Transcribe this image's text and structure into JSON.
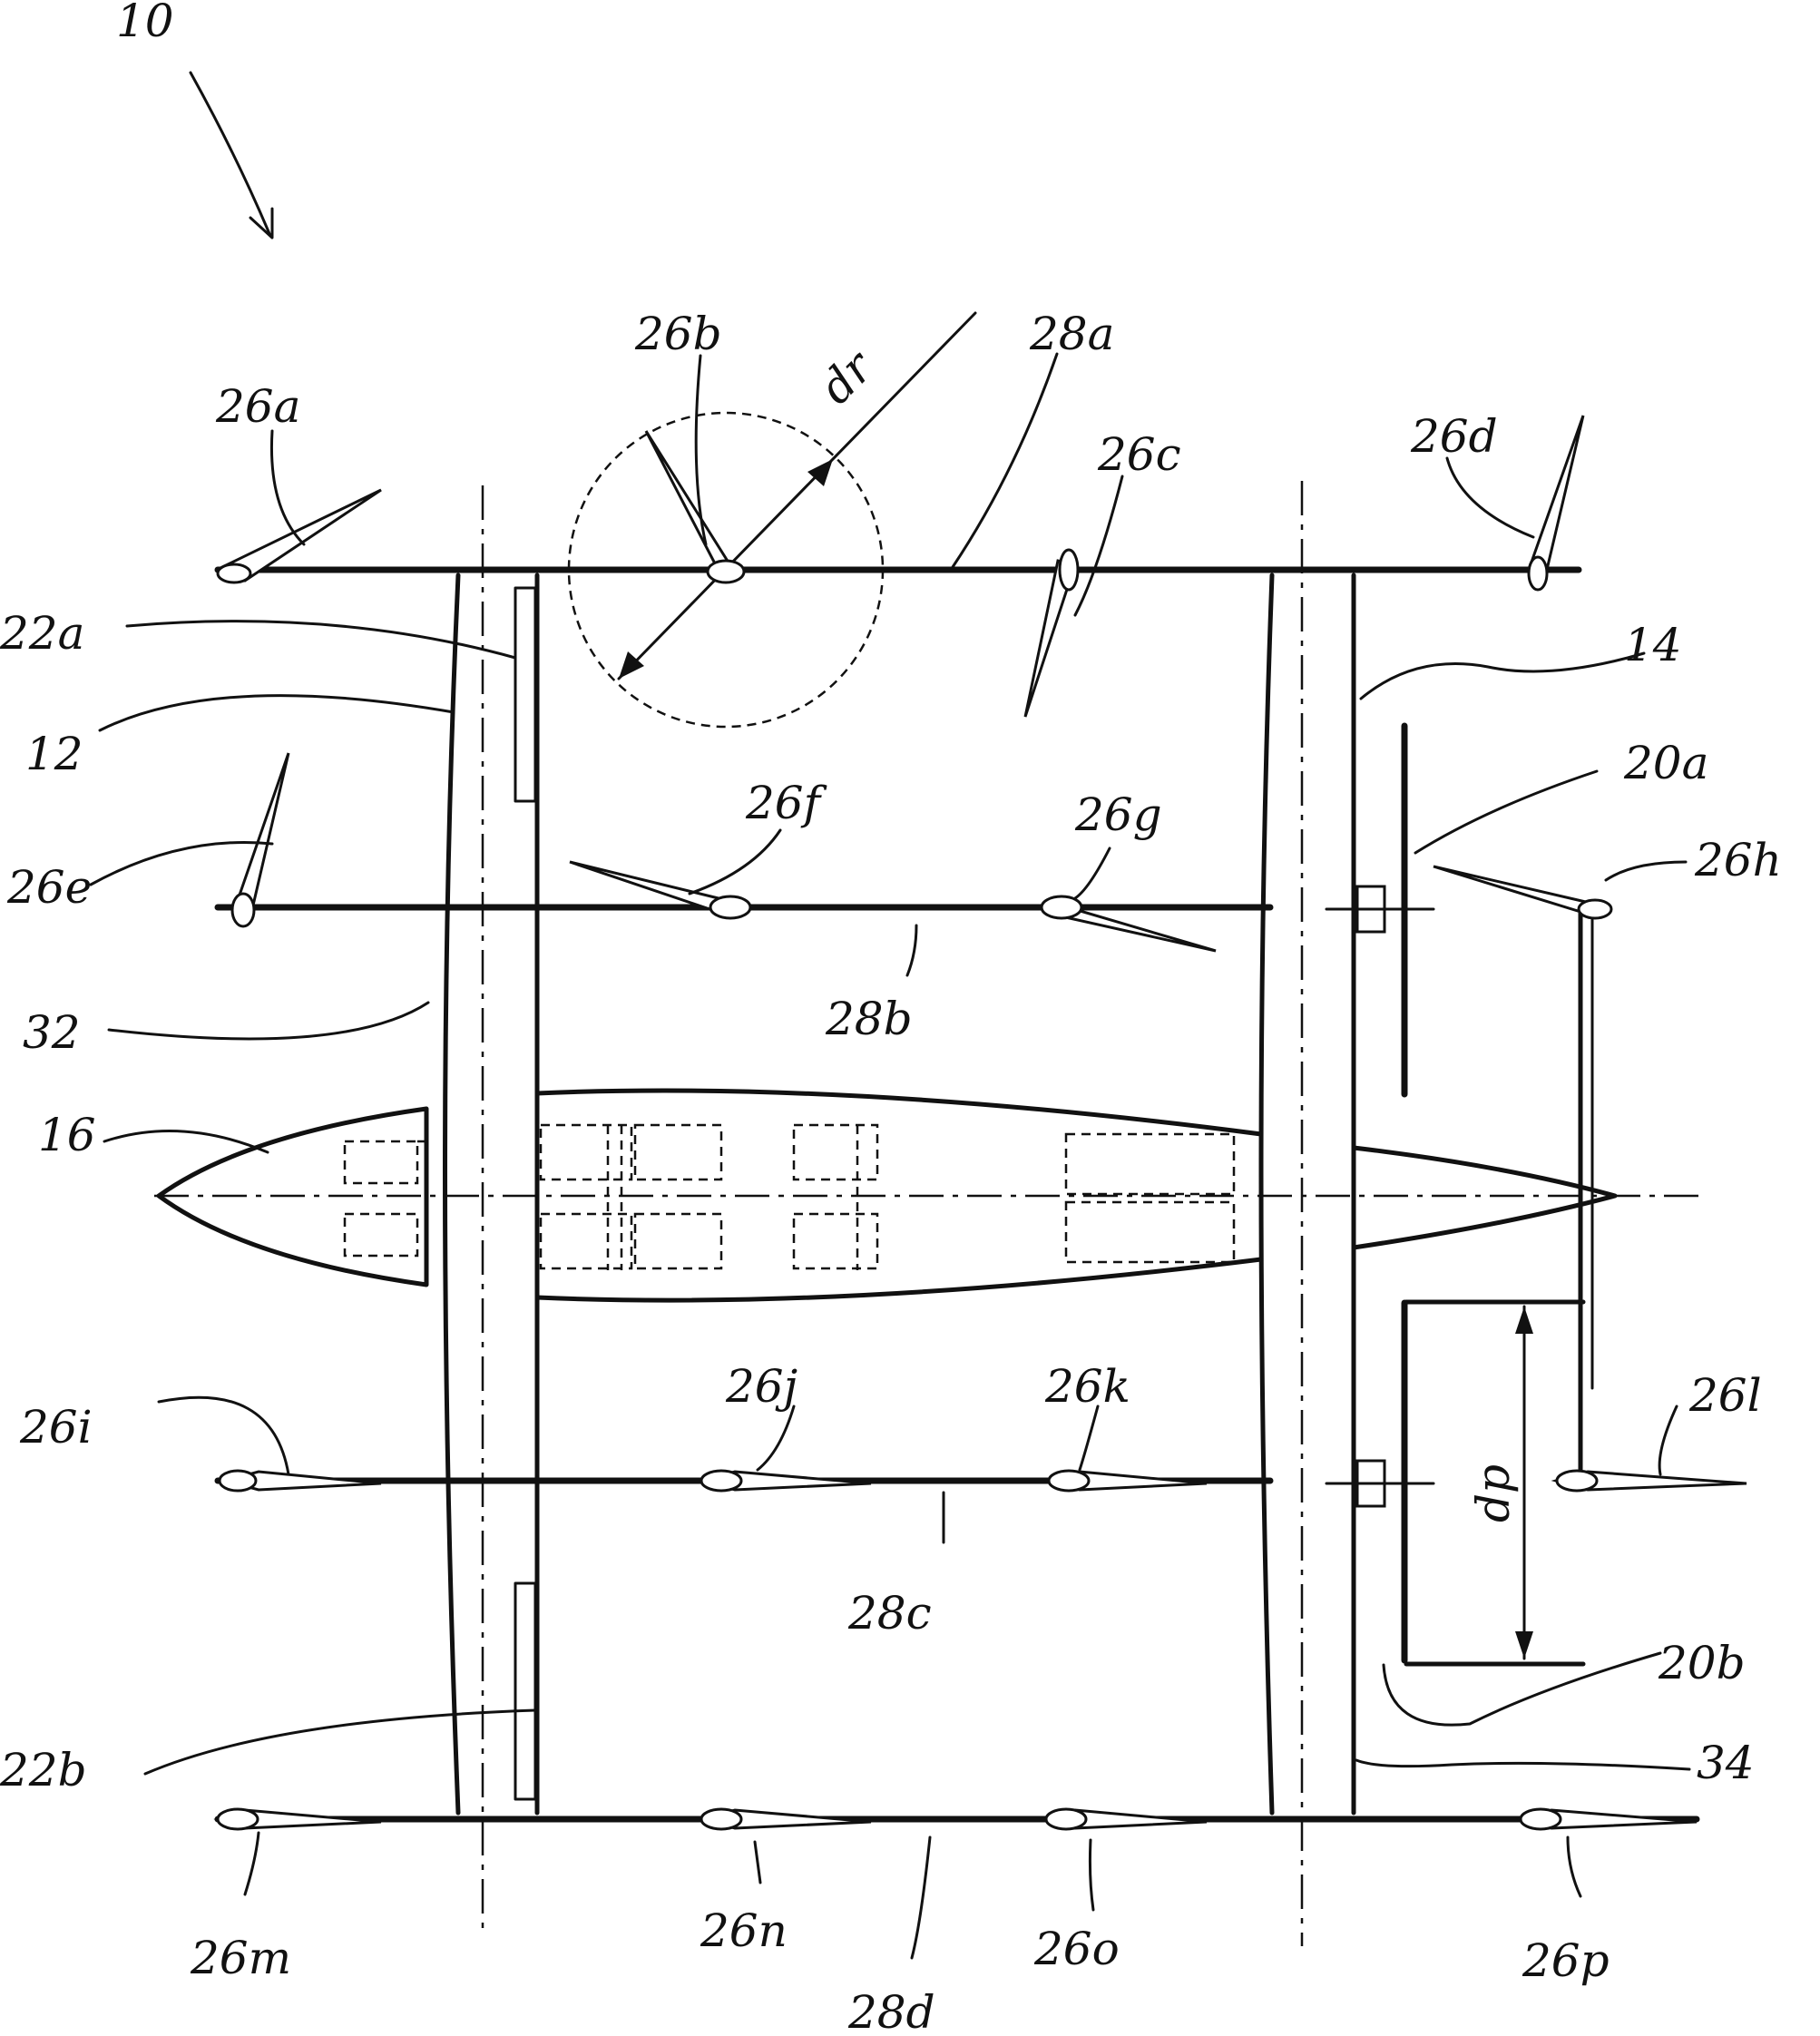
{
  "labels": {
    "fig_ref": "10",
    "hull_12": "12",
    "hull_14": "14",
    "hull_16": "16",
    "foil_22a": "22a",
    "foil_22b": "22b",
    "prop_20a": "20a",
    "prop_20b": "20b",
    "edge_32": "32",
    "edge_34": "34",
    "rotor_26a": "26a",
    "rotor_26b": "26b",
    "rotor_26c": "26c",
    "rotor_26d": "26d",
    "rotor_26e": "26e",
    "rotor_26f": "26f",
    "rotor_26g": "26g",
    "rotor_26h": "26h",
    "rotor_26i": "26i",
    "rotor_26j": "26j",
    "rotor_26k": "26k",
    "rotor_26l": "26l",
    "rotor_26m": "26m",
    "rotor_26n": "26n",
    "rotor_26o": "26o",
    "rotor_26p": "26p",
    "mast_28a": "28a",
    "mast_28b": "28b",
    "mast_28c": "28c",
    "mast_28d": "28d",
    "dim_dr": "dr",
    "dim_dp": "dp"
  }
}
